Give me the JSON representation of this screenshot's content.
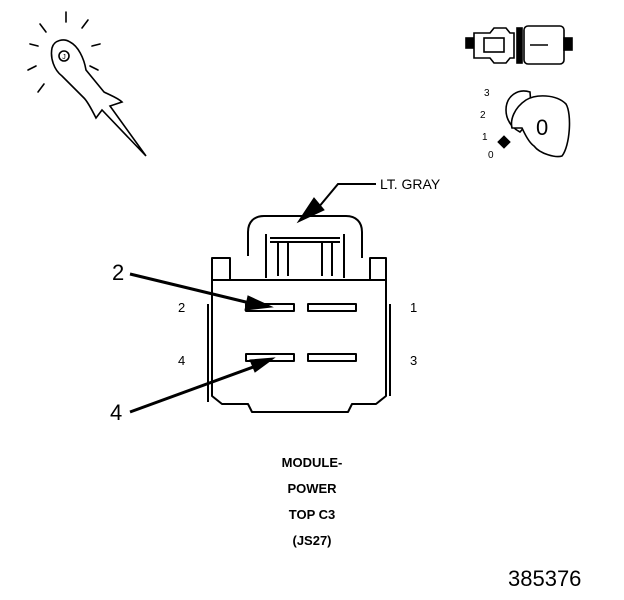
{
  "diagram": {
    "color_label": "LT. GRAY",
    "pin_numbers_face": {
      "p1": "1",
      "p2": "2",
      "p3": "3",
      "p4": "4"
    },
    "pin_callouts": {
      "c2": "2",
      "c4": "4"
    },
    "ignition_positions": [
      "3",
      "2",
      "1",
      "0"
    ],
    "key_label": "0",
    "caption_lines": [
      "MODULE-",
      "POWER",
      "TOP C3",
      "(JS27)"
    ],
    "figure_number": "385376",
    "line_color": "#000000",
    "background": "#ffffff"
  }
}
